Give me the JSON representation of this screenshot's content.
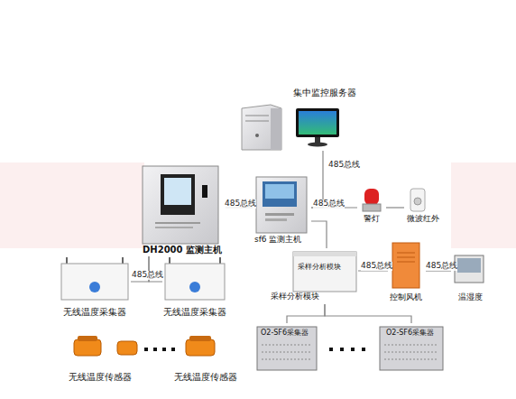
{
  "diagram": {
    "nodes": [
      {
        "text": [
          "集中监控服务器"
        ]
      },
      {
        "text": [
          "DH2000 监测主机"
        ]
      },
      {
        "text": [
          "sf6 监测主机"
        ]
      },
      {
        "text": [
          "警灯"
        ]
      },
      {
        "text": [
          "微波红外"
        ]
      },
      {
        "text": [
          "采样分析模块",
          "采样分析模块"
        ]
      },
      {
        "text": [
          "控制风机"
        ]
      },
      {
        "text": [
          "温湿度"
        ]
      },
      {
        "text": [
          "无线温度采集器"
        ]
      },
      {
        "text": [
          "无线温度采集器"
        ]
      },
      {
        "text": [
          "无线温度传感器"
        ]
      },
      {
        "text": [
          "无线温度传感器"
        ]
      },
      {
        "text": [
          "O2-SF6采集器"
        ]
      },
      {
        "text": [
          "O2-SF6采集器"
        ]
      }
    ],
    "edges": [
      {
        "from": 1,
        "to": 2,
        "arrow": "none",
        "label": "485总线"
      },
      {
        "from": 2,
        "to": 0,
        "arrow": "none",
        "label": "485总线"
      },
      {
        "from": 2,
        "to": 3,
        "arrow": "none",
        "label": "485总线"
      },
      {
        "from": 3,
        "to": 4,
        "arrow": "none"
      },
      {
        "from": 2,
        "to": 5,
        "arrow": "none"
      },
      {
        "from": 5,
        "to": 6,
        "arrow": "none",
        "label": "485总线"
      },
      {
        "from": 6,
        "to": 7,
        "arrow": "none",
        "label": "485总线"
      },
      {
        "from": 1,
        "to": 8,
        "arrow": "none",
        "label": "485总线"
      },
      {
        "from": 1,
        "to": 9,
        "arrow": "none"
      },
      {
        "from": 5,
        "to": 12,
        "arrow": "none"
      },
      {
        "from": 5,
        "to": 13,
        "arrow": "none"
      }
    ]
  }
}
